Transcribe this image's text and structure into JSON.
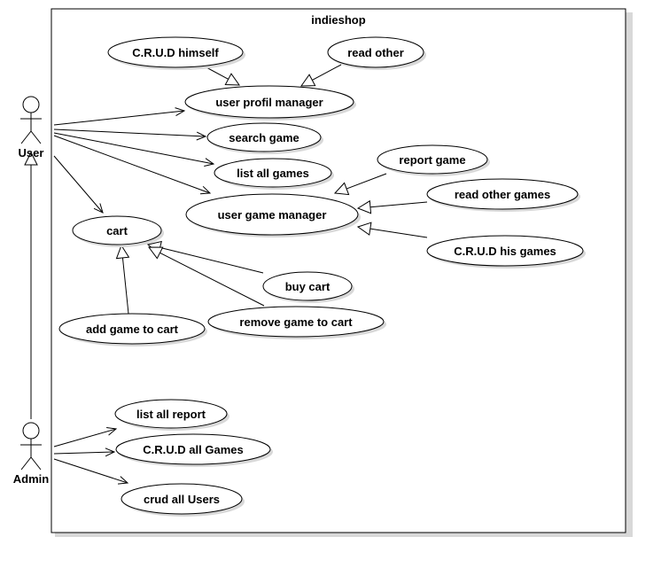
{
  "system": {
    "name": "indieshop"
  },
  "actors": [
    {
      "id": "user",
      "label": "User"
    },
    {
      "id": "admin",
      "label": "Admin"
    }
  ],
  "use_cases": [
    {
      "id": "crud_himself",
      "label": "C.R.U.D himself"
    },
    {
      "id": "read_other",
      "label": "read other"
    },
    {
      "id": "user_profil_manager",
      "label": "user profil manager"
    },
    {
      "id": "search_game",
      "label": "search game"
    },
    {
      "id": "list_all_games",
      "label": "list all games"
    },
    {
      "id": "report_game",
      "label": "report game"
    },
    {
      "id": "read_other_games",
      "label": "read other games"
    },
    {
      "id": "user_game_manager",
      "label": "user game manager"
    },
    {
      "id": "crud_his_games",
      "label": "C.R.U.D his games"
    },
    {
      "id": "cart",
      "label": "cart"
    },
    {
      "id": "buy_cart",
      "label": "buy cart"
    },
    {
      "id": "remove_game_to_cart",
      "label": "remove game to cart"
    },
    {
      "id": "add_game_to_cart",
      "label": "add game to cart"
    },
    {
      "id": "list_all_report",
      "label": "list all report"
    },
    {
      "id": "crud_all_games",
      "label": "C.R.U.D all Games"
    },
    {
      "id": "crud_all_users",
      "label": "crud all Users"
    }
  ],
  "associations": [
    {
      "from": "user",
      "to": "user_profil_manager"
    },
    {
      "from": "user",
      "to": "search_game"
    },
    {
      "from": "user",
      "to": "list_all_games"
    },
    {
      "from": "user",
      "to": "user_game_manager"
    },
    {
      "from": "user",
      "to": "cart"
    },
    {
      "from": "admin",
      "to": "list_all_report"
    },
    {
      "from": "admin",
      "to": "crud_all_games"
    },
    {
      "from": "admin",
      "to": "crud_all_users"
    }
  ],
  "generalizations": [
    {
      "child": "crud_himself",
      "parent": "user_profil_manager"
    },
    {
      "child": "read_other",
      "parent": "user_profil_manager"
    },
    {
      "child": "report_game",
      "parent": "user_game_manager"
    },
    {
      "child": "read_other_games",
      "parent": "user_game_manager"
    },
    {
      "child": "crud_his_games",
      "parent": "user_game_manager"
    },
    {
      "child": "buy_cart",
      "parent": "cart"
    },
    {
      "child": "remove_game_to_cart",
      "parent": "cart"
    },
    {
      "child": "add_game_to_cart",
      "parent": "cart"
    },
    {
      "child": "admin",
      "parent": "user"
    }
  ]
}
